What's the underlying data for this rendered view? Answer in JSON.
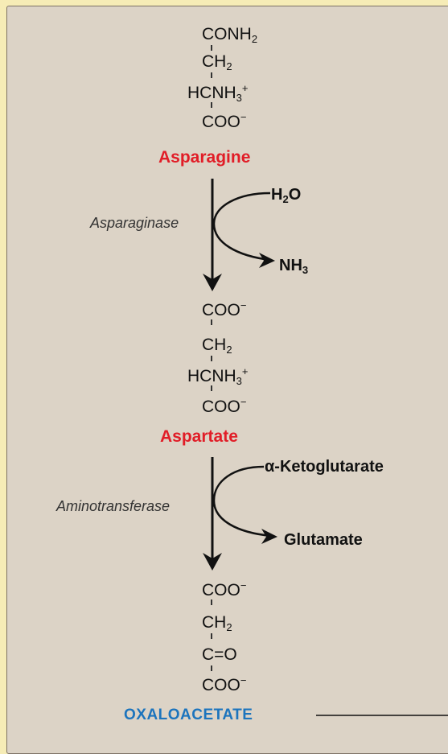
{
  "asparagine": {
    "r1": {
      "main": "CONH",
      "sub": "2"
    },
    "r2": {
      "main": "CH",
      "sub": "2"
    },
    "r3": {
      "main": "HCNH",
      "sub": "3",
      "sup": "+"
    },
    "r4": {
      "main": "COO",
      "sup": "−"
    },
    "name": "Asparagine"
  },
  "step1": {
    "enzyme": "Asparaginase",
    "input": {
      "main": "H",
      "sub": "2",
      "tail": "O"
    },
    "output": {
      "main": "NH",
      "sub": "3"
    }
  },
  "aspartate": {
    "r1": {
      "main": "COO",
      "sup": "−"
    },
    "r2": {
      "main": "CH",
      "sub": "2"
    },
    "r3": {
      "main": "HCNH",
      "sub": "3",
      "sup": "+"
    },
    "r4": {
      "main": "COO",
      "sup": "−"
    },
    "name": "Aspartate"
  },
  "step2": {
    "enzyme": "Aminotransferase",
    "input": "α-Ketoglutarate",
    "output": "Glutamate"
  },
  "oxaloacetate": {
    "r1": {
      "main": "COO",
      "sup": "−"
    },
    "r2": {
      "main": "CH",
      "sub": "2"
    },
    "r3": {
      "main": "C=O"
    },
    "r4": {
      "main": "COO",
      "sup": "−"
    },
    "name": "OXALOACETATE"
  },
  "colors": {
    "compound_name": "#e11d27",
    "end_product": "#1c74bd",
    "panel": "#dcd3c6",
    "background": "#f6ecb6"
  }
}
